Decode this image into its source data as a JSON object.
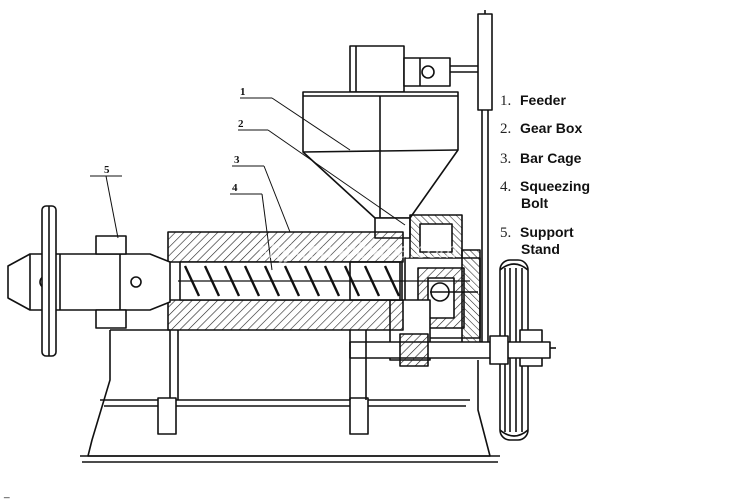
{
  "callouts": [
    "1",
    "2",
    "3",
    "4",
    "5"
  ],
  "legend": [
    {
      "num": "1.",
      "label": "Feeder",
      "label2": ""
    },
    {
      "num": "2.",
      "label": "Gear Box",
      "label2": ""
    },
    {
      "num": "3.",
      "label": "Bar Cage",
      "label2": ""
    },
    {
      "num": "4.",
      "label": "Squeezing",
      "label2": "Bolt"
    },
    {
      "num": "5.",
      "label": "Support",
      "label2": "Stand"
    }
  ],
  "watermark": "shjjk.en.alibaba.com",
  "corner_mark": "_"
}
